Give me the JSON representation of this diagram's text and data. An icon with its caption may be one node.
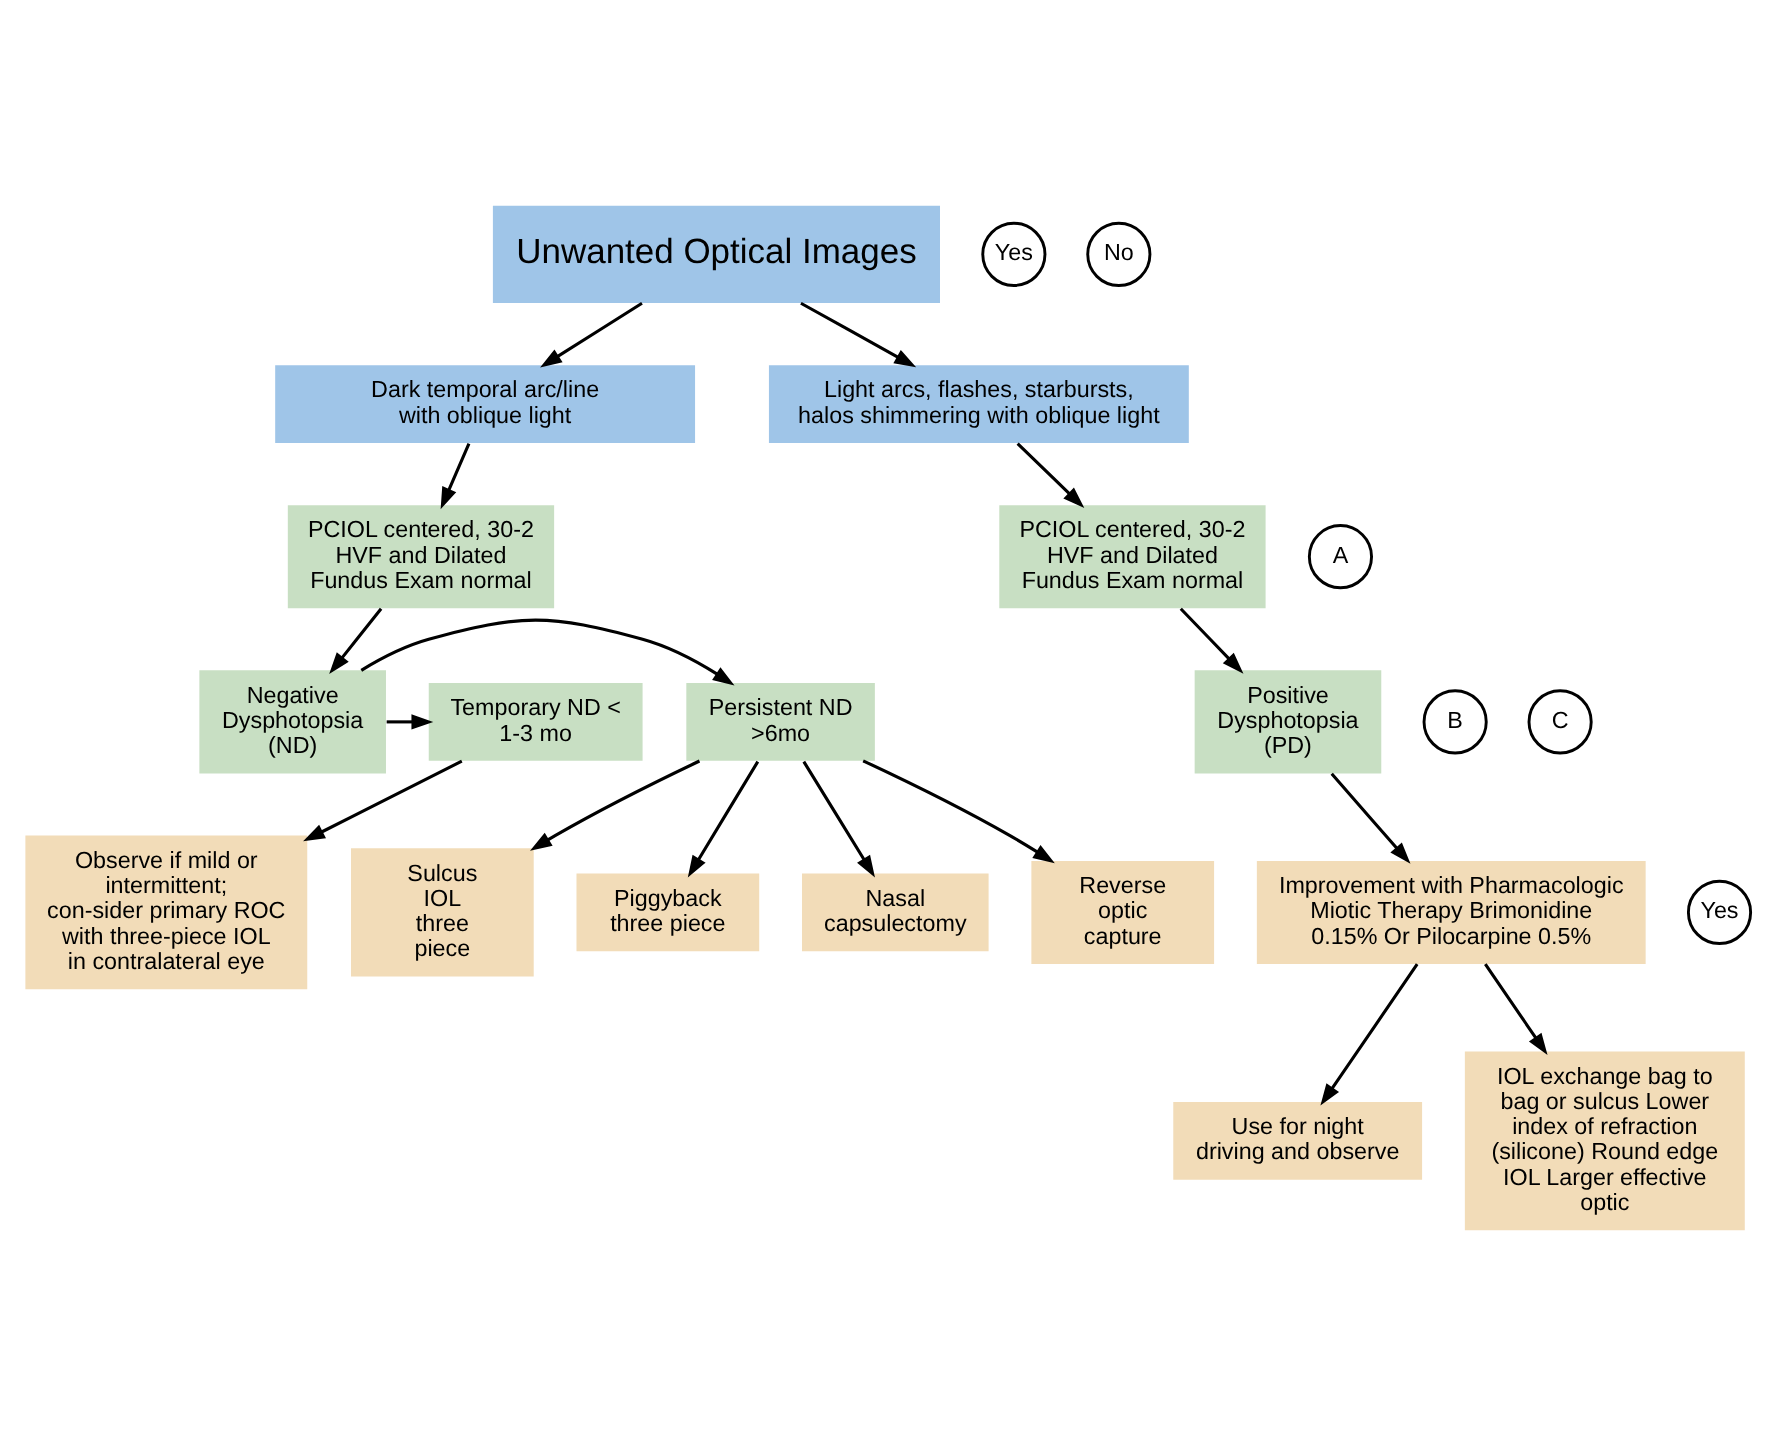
{
  "diagram": {
    "nodes": [
      {
        "text": [
          "Unwanted Optical Images"
        ]
      },
      {
        "text": [
          "Dark temporal arc/line with oblique light"
        ]
      },
      {
        "text": [
          "Light arcs, flashes, starbursts, halos shimmering with oblique light"
        ]
      },
      {
        "text": [
          "PCIOL centered, 30-2 HVF and Dilated Fundus Exam normal"
        ]
      },
      {
        "text": [
          "PCIOL centered, 30-2 HVF and Dilated Fundus Exam normal"
        ]
      },
      {
        "text": [
          "A"
        ]
      },
      {
        "text": [
          "Negative Dysphotopsia (ND)"
        ]
      },
      {
        "text": [
          "Persistent ND >6mo"
        ]
      },
      {
        "text": [
          "Temporary ND < 1-3 mo"
        ]
      },
      {
        "text": [
          "B"
        ]
      },
      {
        "text": [
          "Observe if mild or intermittent; con-sider primary ROC with three-piece IOL in contralateral eye"
        ]
      },
      {
        "text": [
          "Positive Dysphotopsia (PD)"
        ]
      },
      {
        "text": [
          "C"
        ]
      },
      {
        "text": [
          "Improvement with Pharmacologic Miotic Therapy Brimonidine 0.15% Or Pilocarpine 0.5%"
        ]
      },
      {
        "text": [
          "Yes"
        ]
      },
      {
        "text": [
          "Reverse optic capture"
        ]
      },
      {
        "text": [
          "Sulcus IOL three piece"
        ]
      },
      {
        "text": [
          "Piggyback three piece"
        ]
      },
      {
        "text": [
          "Nasal capsulectomy"
        ]
      },
      {
        "text": [
          "Yes"
        ]
      },
      {
        "text": [
          "No"
        ]
      },
      {
        "text": [
          "Use for night driving and observe"
        ]
      },
      {
        "text": [
          "IOL exchange bag to bag or sulcus Lower index of refraction (silicone) Round edge IOL Larger effective optic"
        ]
      }
    ],
    "edges": [
      {
        "from": 0,
        "to": 1,
        "arrow": "to"
      },
      {
        "from": 0,
        "to": 2,
        "arrow": "to"
      },
      {
        "from": 1,
        "to": 3,
        "arrow": "to"
      },
      {
        "from": 2,
        "to": 4,
        "arrow": "to"
      },
      {
        "from": 3,
        "to": 6,
        "arrow": "to"
      },
      {
        "from": 6,
        "to": 7,
        "arrow": "to"
      },
      {
        "from": 6,
        "to": 8,
        "arrow": "to"
      },
      {
        "from": 8,
        "to": 10,
        "arrow": "to"
      },
      {
        "from": 4,
        "to": 11,
        "arrow": "to"
      },
      {
        "from": 11,
        "to": 13,
        "arrow": "to"
      },
      {
        "from": 7,
        "to": 15,
        "arrow": "to"
      },
      {
        "from": 7,
        "to": 16,
        "arrow": "to"
      },
      {
        "from": 7,
        "to": 17,
        "arrow": "to"
      },
      {
        "from": 7,
        "to": 18,
        "arrow": "to"
      },
      {
        "from": 13,
        "to": 21,
        "arrow": "to"
      },
      {
        "from": 13,
        "to": 22,
        "arrow": "to"
      }
    ]
  }
}
